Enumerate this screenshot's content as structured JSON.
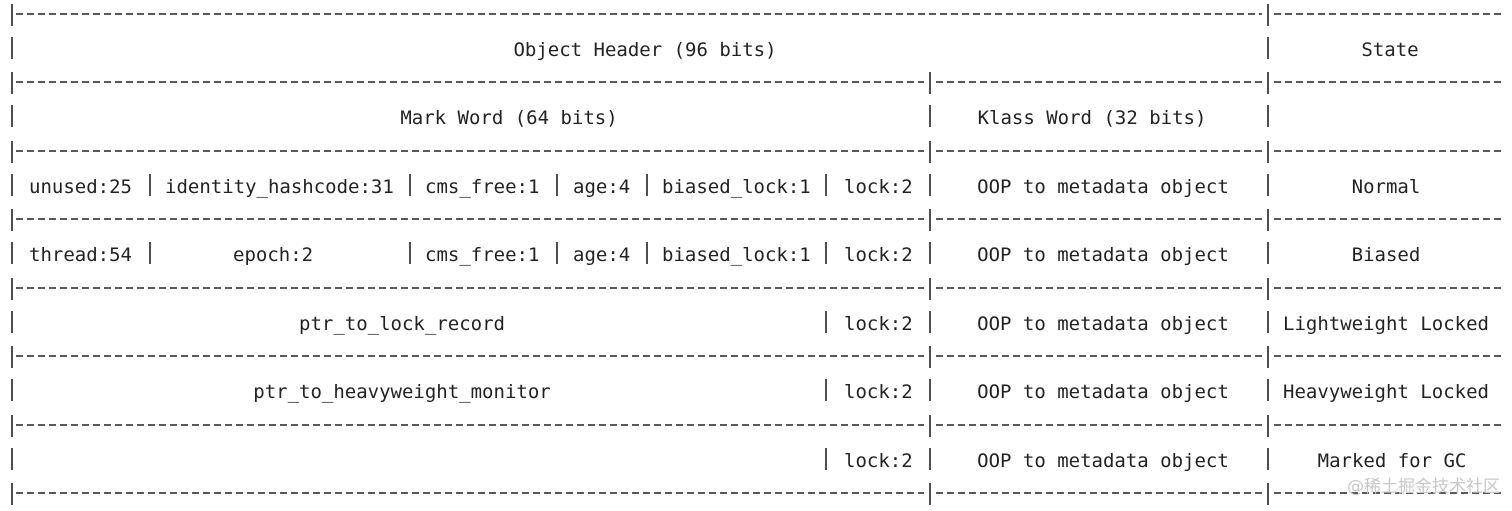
{
  "header": {
    "object_header": "Object Header (96 bits)",
    "state": "State",
    "mark_word": "Mark Word (64 bits)",
    "klass_word": "Klass Word (32 bits)"
  },
  "rows": [
    {
      "state": "Normal",
      "klass": "OOP to metadata object",
      "fields": [
        "unused:25",
        "identity_hashcode:31",
        "cms_free:1",
        "age:4",
        "biased_lock:1",
        "lock:2"
      ]
    },
    {
      "state": "Biased",
      "klass": "OOP to metadata object",
      "fields": [
        "thread:54",
        "epoch:2",
        "cms_free:1",
        "age:4",
        "biased_lock:1",
        "lock:2"
      ]
    },
    {
      "state": "Lightweight Locked",
      "klass": "OOP to metadata object",
      "fields": [
        "ptr_to_lock_record",
        "lock:2"
      ]
    },
    {
      "state": "Heavyweight Locked",
      "klass": "OOP to metadata object",
      "fields": [
        "ptr_to_heavyweight_monitor",
        "lock:2"
      ]
    },
    {
      "state": "Marked for GC",
      "klass": "OOP to metadata object",
      "fields": [
        "",
        "lock:2"
      ]
    }
  ],
  "watermark": "@稀土掘金技术社区"
}
